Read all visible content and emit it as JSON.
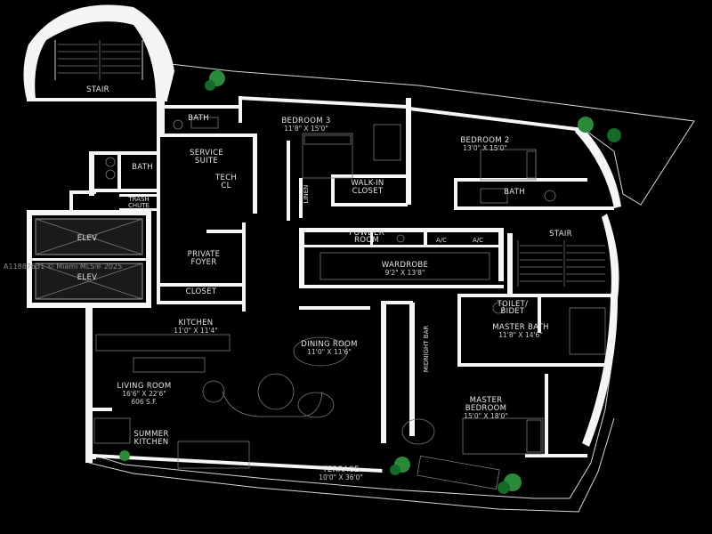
{
  "rooms": {
    "stair_top": {
      "name": "STAIR"
    },
    "bath_1": {
      "name": "BATH"
    },
    "bedroom_3": {
      "name": "BEDROOM 3",
      "dims": "11'8\" X 15'0\""
    },
    "bedroom_2": {
      "name": "BEDROOM 2",
      "dims": "13'0\" X 15'0\""
    },
    "service_suite": {
      "name_line1": "SERVICE",
      "name_line2": "SUITE"
    },
    "bath_2": {
      "name": "BATH"
    },
    "tech": {
      "name_line1": "TECH",
      "name_line2": "CL"
    },
    "linen": {
      "name": "LINEN"
    },
    "walk_in_closet": {
      "name_line1": "WALK-IN",
      "name_line2": "CLOSET"
    },
    "bath_3": {
      "name": "BATH"
    },
    "trash_chute": {
      "name_line1": "TRASH",
      "name_line2": "CHUTE"
    },
    "elev_top": {
      "name": "ELEV"
    },
    "elev_bottom": {
      "name": "ELEV"
    },
    "powder_room": {
      "name_line1": "POWDER",
      "name_line2": "ROOM"
    },
    "ac_1": {
      "name": "A/C"
    },
    "ac_2": {
      "name": "A/C"
    },
    "stair_right": {
      "name": "STAIR"
    },
    "private_foyer": {
      "name_line1": "PRIVATE",
      "name_line2": "FOYER"
    },
    "wardrobe": {
      "name": "WARDROBE",
      "dims": "9'2\" X 13'8\""
    },
    "closet": {
      "name": "CLOSET"
    },
    "toilet_bidet": {
      "name_line1": "TOILET/",
      "name_line2": "BIDET"
    },
    "kitchen": {
      "name": "KITCHEN",
      "dims": "11'0\" X 11'4\""
    },
    "master_bath": {
      "name": "MASTER BATH",
      "dims": "11'8\" X 14'6\""
    },
    "dining_room": {
      "name": "DINING ROOM",
      "dims": "11'0\" X 11'6\""
    },
    "midnight_bar": {
      "name": "MIDNIGHT BAR"
    },
    "living_room": {
      "name": "LIVING ROOM",
      "dims": "16'6\" X 22'6\"",
      "area": "606 S.F."
    },
    "master_bedroom": {
      "name_line1": "MASTER",
      "name_line2": "BEDROOM",
      "dims": "15'0\" X 18'0\""
    },
    "summer_kitchen": {
      "name_line1": "SUMMER",
      "name_line2": "KITCHEN"
    },
    "terrace": {
      "name": "TERRACE",
      "dims": "10'0\" X 36'0\""
    }
  },
  "watermark": {
    "text": "A11887631 © Miami MLS® 2025"
  },
  "colors": {
    "background": "#000000",
    "walls": "#f5f5f5",
    "plants": "#2a8a3a"
  }
}
